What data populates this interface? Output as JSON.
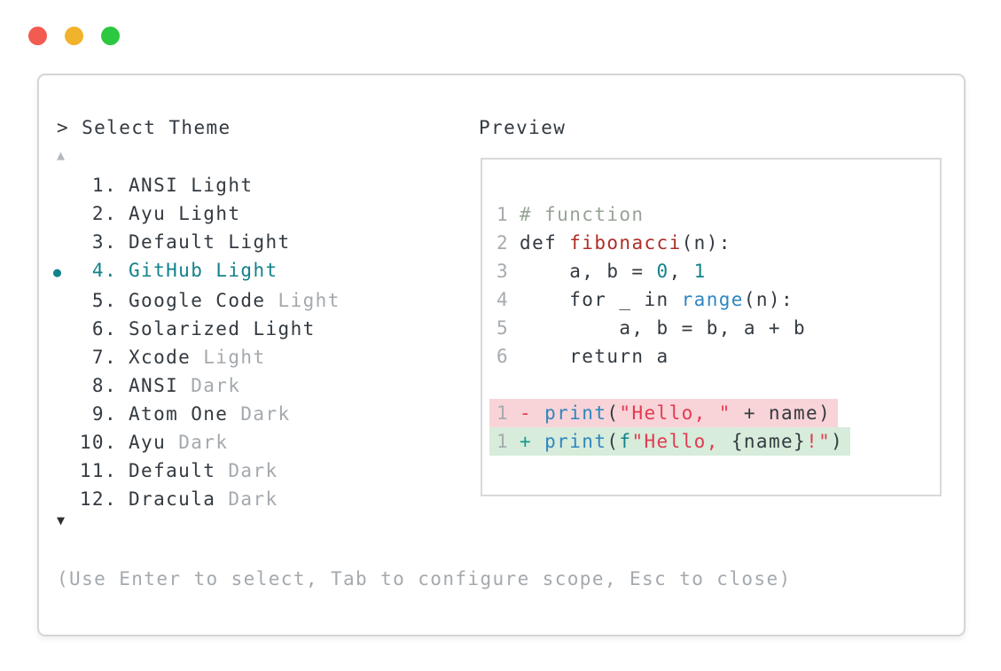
{
  "window": {
    "controls": [
      {
        "name": "close",
        "color": "#f15b51"
      },
      {
        "name": "minimize",
        "color": "#f1b32b"
      },
      {
        "name": "zoom",
        "color": "#2bc840"
      }
    ]
  },
  "picker": {
    "prompt": "> Select Theme",
    "scroll_up_glyph": "▲",
    "scroll_down_glyph": "▼",
    "selected_bullet": "●",
    "hint": "(Use Enter to select, Tab to configure scope, Esc to close)",
    "items": [
      {
        "number": "1.",
        "name": "ANSI",
        "suffix": "Light",
        "dim_suffix": false,
        "selected": false
      },
      {
        "number": "2.",
        "name": "Ayu",
        "suffix": "Light",
        "dim_suffix": false,
        "selected": false
      },
      {
        "number": "3.",
        "name": "Default",
        "suffix": "Light",
        "dim_suffix": false,
        "selected": false
      },
      {
        "number": "4.",
        "name": "GitHub",
        "suffix": "Light",
        "dim_suffix": false,
        "selected": true
      },
      {
        "number": "5.",
        "name": "Google Code",
        "suffix": "Light",
        "dim_suffix": true,
        "selected": false
      },
      {
        "number": "6.",
        "name": "Solarized",
        "suffix": "Light",
        "dim_suffix": false,
        "selected": false
      },
      {
        "number": "7.",
        "name": "Xcode",
        "suffix": "Light",
        "dim_suffix": true,
        "selected": false
      },
      {
        "number": "8.",
        "name": "ANSI",
        "suffix": "Dark",
        "dim_suffix": true,
        "selected": false
      },
      {
        "number": "9.",
        "name": "Atom One",
        "suffix": "Dark",
        "dim_suffix": true,
        "selected": false
      },
      {
        "number": "10.",
        "name": "Ayu",
        "suffix": "Dark",
        "dim_suffix": true,
        "selected": false
      },
      {
        "number": "11.",
        "name": "Default",
        "suffix": "Dark",
        "dim_suffix": true,
        "selected": false
      },
      {
        "number": "12.",
        "name": "Dracula",
        "suffix": "Dark",
        "dim_suffix": true,
        "selected": false
      }
    ]
  },
  "preview": {
    "title": "Preview",
    "code_lines": [
      {
        "num": "1",
        "bg": null,
        "tokens": [
          [
            "comment",
            "# function"
          ]
        ]
      },
      {
        "num": "2",
        "bg": null,
        "tokens": [
          [
            "plain",
            "def "
          ],
          [
            "func",
            "fibonacci"
          ],
          [
            "plain",
            "(n):"
          ]
        ]
      },
      {
        "num": "3",
        "bg": null,
        "tokens": [
          [
            "plain",
            "    a, b = "
          ],
          [
            "number",
            "0"
          ],
          [
            "plain",
            ", "
          ],
          [
            "number",
            "1"
          ]
        ]
      },
      {
        "num": "4",
        "bg": null,
        "tokens": [
          [
            "plain",
            "    for _ in "
          ],
          [
            "builtin",
            "range"
          ],
          [
            "plain",
            "(n):"
          ]
        ]
      },
      {
        "num": "5",
        "bg": null,
        "tokens": [
          [
            "plain",
            "        a, b = b, a + b"
          ]
        ]
      },
      {
        "num": "6",
        "bg": null,
        "tokens": [
          [
            "plain",
            "    return a"
          ]
        ]
      },
      {
        "num": "",
        "bg": null,
        "tokens": []
      },
      {
        "num": "1",
        "bg": "removed",
        "tokens": [
          [
            "diff-minus",
            "- "
          ],
          [
            "builtin",
            "print"
          ],
          [
            "plain",
            "("
          ],
          [
            "string",
            "\"Hello, \""
          ],
          [
            "plain",
            " + name)"
          ]
        ]
      },
      {
        "num": "1",
        "bg": "added",
        "tokens": [
          [
            "diff-plus",
            "+ "
          ],
          [
            "builtin",
            "print"
          ],
          [
            "plain",
            "("
          ],
          [
            "fprefix",
            "f"
          ],
          [
            "string",
            "\"Hello, "
          ],
          [
            "plain",
            "{name}"
          ],
          [
            "string",
            "!\""
          ],
          [
            "plain",
            ")"
          ]
        ]
      }
    ]
  },
  "colors": {
    "text_dark": "#333a41",
    "text_dim": "#a4a9ae",
    "accent_teal": "#12828b",
    "comment_green": "#97a396",
    "func_red": "#ad2e27",
    "string_red": "#e23a52",
    "builtin_blue": "#2f86c1",
    "diff_plus_teal": "#17988a",
    "removed_bg": "#f8d3d7",
    "added_bg": "#d7ecda",
    "border_gray": "#d5d5d5",
    "linenum_gray": "#a6abb0",
    "traffic_red": "#f15b51",
    "traffic_yellow": "#f1b32b",
    "traffic_green": "#2bc840"
  }
}
